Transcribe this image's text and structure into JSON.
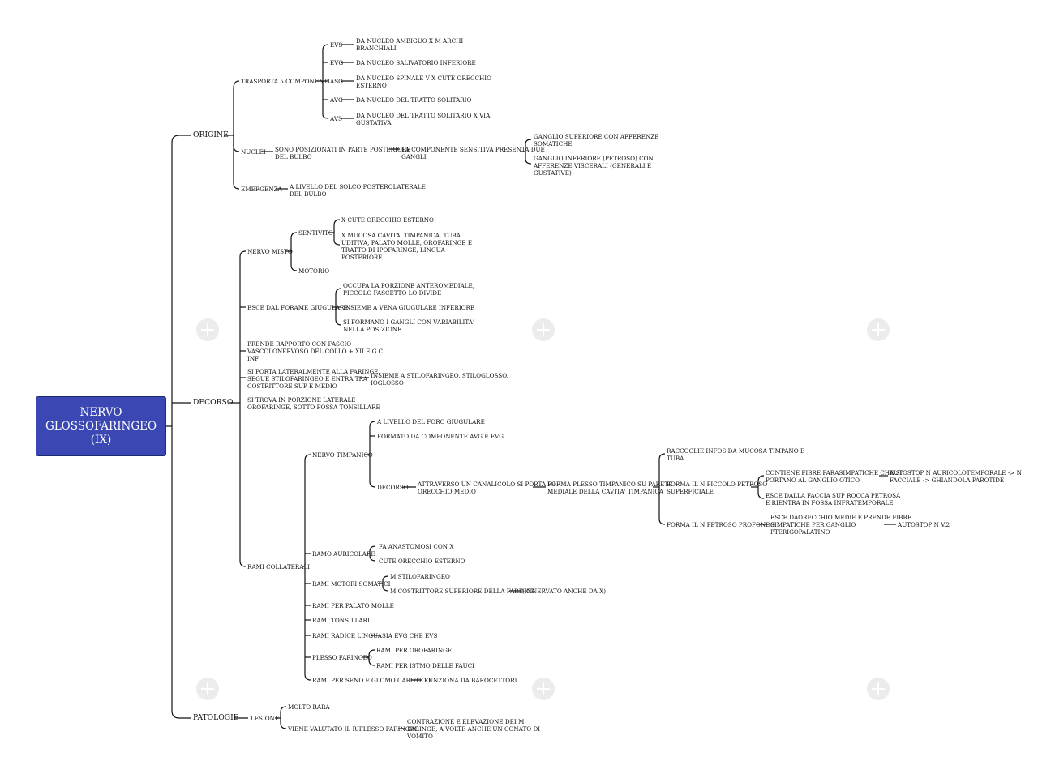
{
  "root": {
    "label": "NERVO\nGLOSSOFARINGEO\n(IX)"
  },
  "nodes": {
    "origine": "ORIGINE",
    "trasporta": "TRASPORTA 5 COMPONENTI",
    "evs": "EVS",
    "evs_d": "DA NUCLEO AMBIGUO X M ARCHI\nBRANCHIALI",
    "evg": "EVG",
    "evg_d": "DA NUCLEO SALIVATORIO INFERIORE",
    "asg": "ASG",
    "asg_d": "DA NUCLEO SPINALE V X CUTE ORECCHIO\nESTERNO",
    "avg": "AVG",
    "avg_d": "DA NUCLEO DEL TRATTO SOLITARIO",
    "avs": "AVS",
    "avs_d": "DA NUCLEO DEL TRATTO SOLITARIO X VIA\nGUSTATIVA",
    "nuclei": "NUCLEI",
    "nuclei_d": "SONO POSIZIONATI IN PARTE POSTERIORE\nDEL BULBO",
    "sensitiva": "LA COMPONENTE SENSITIVA PRESENTA DUE\nGANGLI",
    "g_sup": "GANGLIO SUPERIORE CON AFFERENZE\nSOMATICHE",
    "g_inf": "GANGLIO INFERIORE (PETROSO) CON\nAFFERENZE VISCERALI (GENERALI E\nGUSTATIVE)",
    "emergenza": "EMERGENZA",
    "emergenza_d": "A LIVELLO DEL SOLCO POSTEROLATERALE\nDEL BULBO",
    "decorso": "DECORSO",
    "misto": "NERVO MISTO",
    "sentivito": "SENTIVITO",
    "x_cute": "X CUTE ORECCHIO ESTERNO",
    "x_mucosa": "X MUCOSA CAVITA' TIMPANICA, TUBA\nUDITIVA, PALATO MOLLE, OROFARINGE E\nTRATTO DI IPOFARINGE, LINGUA\nPOSTERIORE",
    "motorio": "MOTORIO",
    "forame": "ESCE DAL FORAME GIUGULARE",
    "occupa": "OCCUPA LA PORZIONE ANTEROMEDIALE,\nPICCOLO FASCETTO LO DIVIDE",
    "insieme_vena": "INSIEME A VENA GIUGULARE INFERIORE",
    "formano": "SI FORMANO I GANGLI CON VARIABILITA'\nNELLA POSIZIONE",
    "rapporto": "PRENDE RAPPORTO CON FASCIO\nVASCOLONERVOSO DEL COLLO + XII E G.C.\nINF",
    "lateral": "SI PORTA LATERALMENTE ALLA FARINGE,\nSEGUE STILOFARINGEO E ENTRA TRA\nCOSTRITTORE SUP E MEDIO",
    "insieme_stilo": "INSIEME A STILOFARINGEO, STILOGLOSSO,\nIOGLOSSO",
    "porzione": "SI TROVA IN PORZIONE LATERALE\nOROFARINGE, SOTTO FOSSA TONSILLARE",
    "rami": "RAMI COLLATERALI",
    "timpanico": "NERVO TIMPANICO",
    "foro": "A LIVELLO DEL FORO GIUGULARE",
    "formato": "FORMATO DA COMPONENTE AVG E EVG",
    "t_decorso": "DECORSO",
    "canalicolo": "ATTRAVERSO UN CANALICOLO SI PORTA IN\nORECCHIO MEDIO",
    "plesso_t": "FORMA PLESSO TIMPANICO SU PARETE\nMEDIALE DELLA CAVITA' TIMPANICA",
    "raccoglie": "RACCOGLIE INFOS DA MUCOSA TIMPANO E\nTUBA",
    "piccolo": "FORMA IL N PICCOLO PETROSO\nSUPERFICIALE",
    "contiene": "CONTIENE FIBRE PARASIMPATICHE CHE SI\nPORTANO AL GANGLIO OTICO",
    "autostop1": "AUTOSTOP N AURICOLOTEMPORALE -> N\nFACCIALE -> GHIANDOLA PAROTIDE",
    "esce_faccia": "ESCE DALLA FACCIA SUP ROCCA PETROSA\nE RIENTRA IN FOSSA INFRATEMPORALE",
    "profondo": "FORMA IL N PETROSO PROFONDO",
    "esce_orecchio": "ESCE DAORECCHIO MEDIE E PRENDE FIBRE\nSIMPATICHE PER GANGLIO\nPTERIGOPALATINO",
    "autostop2": "AUTOSTOP N V.2",
    "auricolare": "RAMO AURICOLARE",
    "anastomosi": "FA ANASTOMOSI CON X",
    "cute_or": "CUTE ORECCHIO ESTERNO",
    "motori": "RAMI MOTORI SOMATICI",
    "stilo": "M STILOFARINGEO",
    "costrittore": "M COSTRITTORE SUPERIORE DELLA FARINGE",
    "innervato": "(INNERVATO ANCHE DA X)",
    "palato": "RAMI PER PALATO MOLLE",
    "tonsillari": "RAMI TONSILLARI",
    "radice": "RAMI RADICE LINGUA",
    "evg_evs": "SIA EVG CHE EVS",
    "plesso_f": "PLESSO FARINGEO",
    "orofaringe": "RAMI PER OROFARINGE",
    "istmo": "RAMI PER ISTMO DELLE FAUCI",
    "seno": "RAMI PER SENO E GLOMO CAROTICO",
    "barocettori": "FUNZIONA DA BAROCETTORI",
    "patologie": "PATOLOGIE",
    "lesione": "LESIONE",
    "rara": "MOLTO RARA",
    "riflesso": "VIENE VALUTATO IL RIFLESSO FARINGEO",
    "contrazione": "CONTRAZIONE E ELEVAZIONE DEI M\nFARINGE, A VOLTE ANCHE UN CONATO DI\nVOMITO"
  },
  "colors": {
    "root_fill": "#3b48b3",
    "line": "#111111"
  }
}
